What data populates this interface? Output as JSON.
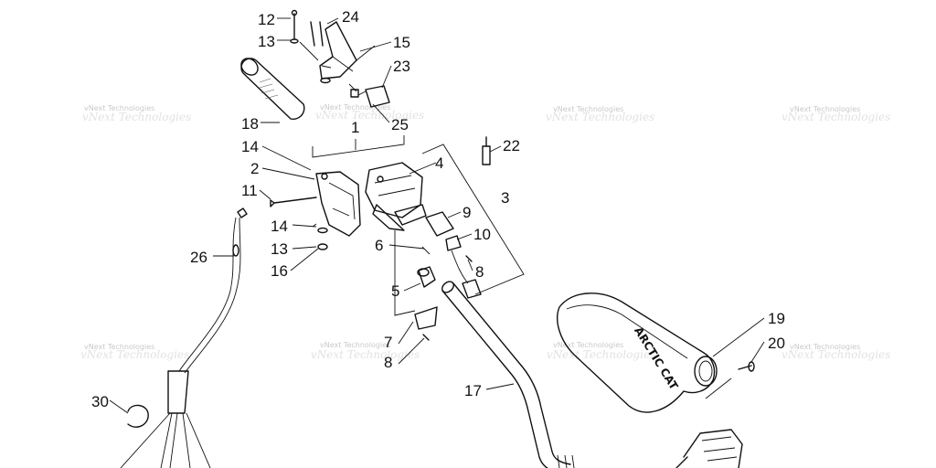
{
  "diagram": {
    "watermark": "vNext Technologies",
    "brand_mark": "ARCTIC CAT",
    "callouts": [
      "12",
      "24",
      "13",
      "15",
      "23",
      "18",
      "25",
      "1",
      "14",
      "2",
      "4",
      "22",
      "11",
      "3",
      "9",
      "14",
      "10",
      "13",
      "6",
      "16",
      "8",
      "26",
      "5",
      "7",
      "8",
      "17",
      "19",
      "20",
      "30"
    ]
  }
}
